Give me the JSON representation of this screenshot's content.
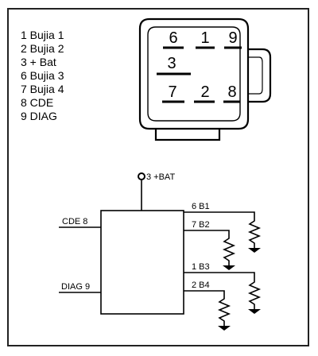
{
  "legend": [
    "1 Bujia 1",
    "2 Bujia 2",
    "3 + Bat",
    "6 Bujia 3",
    "7 Bujia 4",
    "8 CDE",
    "9 DIAG"
  ],
  "connector": {
    "pins_top": [
      "6",
      "1",
      "9"
    ],
    "pin_middle": "3",
    "pins_bottom": [
      "7",
      "2",
      "8"
    ]
  },
  "schematic": {
    "supply_label": "3 +BAT",
    "inputs": [
      "CDE 8",
      "DIAG 9"
    ],
    "outputs": [
      "6 B1",
      "7 B2",
      "1 B3",
      "2 B4"
    ]
  }
}
